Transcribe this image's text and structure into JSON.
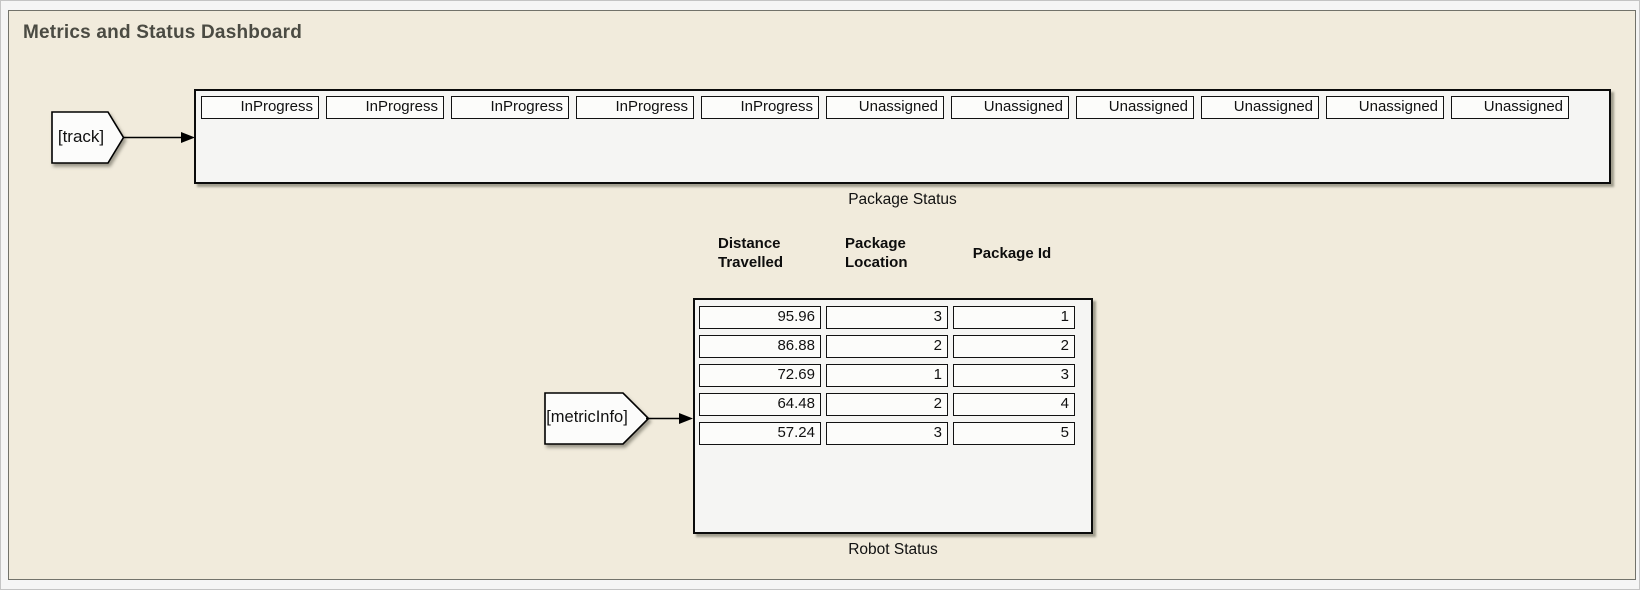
{
  "canvas": {
    "title": "Metrics and Status Dashboard"
  },
  "package_status": {
    "tag_label": "[track]",
    "block_label": "Package Status",
    "cells": [
      "InProgress",
      "InProgress",
      "InProgress",
      "InProgress",
      "InProgress",
      "Unassigned",
      "Unassigned",
      "Unassigned",
      "Unassigned",
      "Unassigned",
      "Unassigned"
    ]
  },
  "robot_status": {
    "tag_label": "[metricInfo]",
    "block_label": "Robot Status",
    "columns": [
      "Distance Travelled",
      "Package Location",
      "Package Id"
    ],
    "rows": [
      [
        "95.96",
        "3",
        "1"
      ],
      [
        "86.88",
        "2",
        "2"
      ],
      [
        "72.69",
        "1",
        "3"
      ],
      [
        "64.48",
        "2",
        "4"
      ],
      [
        "57.24",
        "3",
        "5"
      ]
    ]
  },
  "colors": {
    "canvas_bg": "#f5f5f5",
    "panel_bg": "#f1ebdc",
    "panel_border": "#72726a",
    "title_text": "#4b4b43",
    "block_fill": "#f5f5f3",
    "block_border": "#0b0b0b",
    "cell_fill": "#fcfcfa",
    "text": "#111111"
  }
}
